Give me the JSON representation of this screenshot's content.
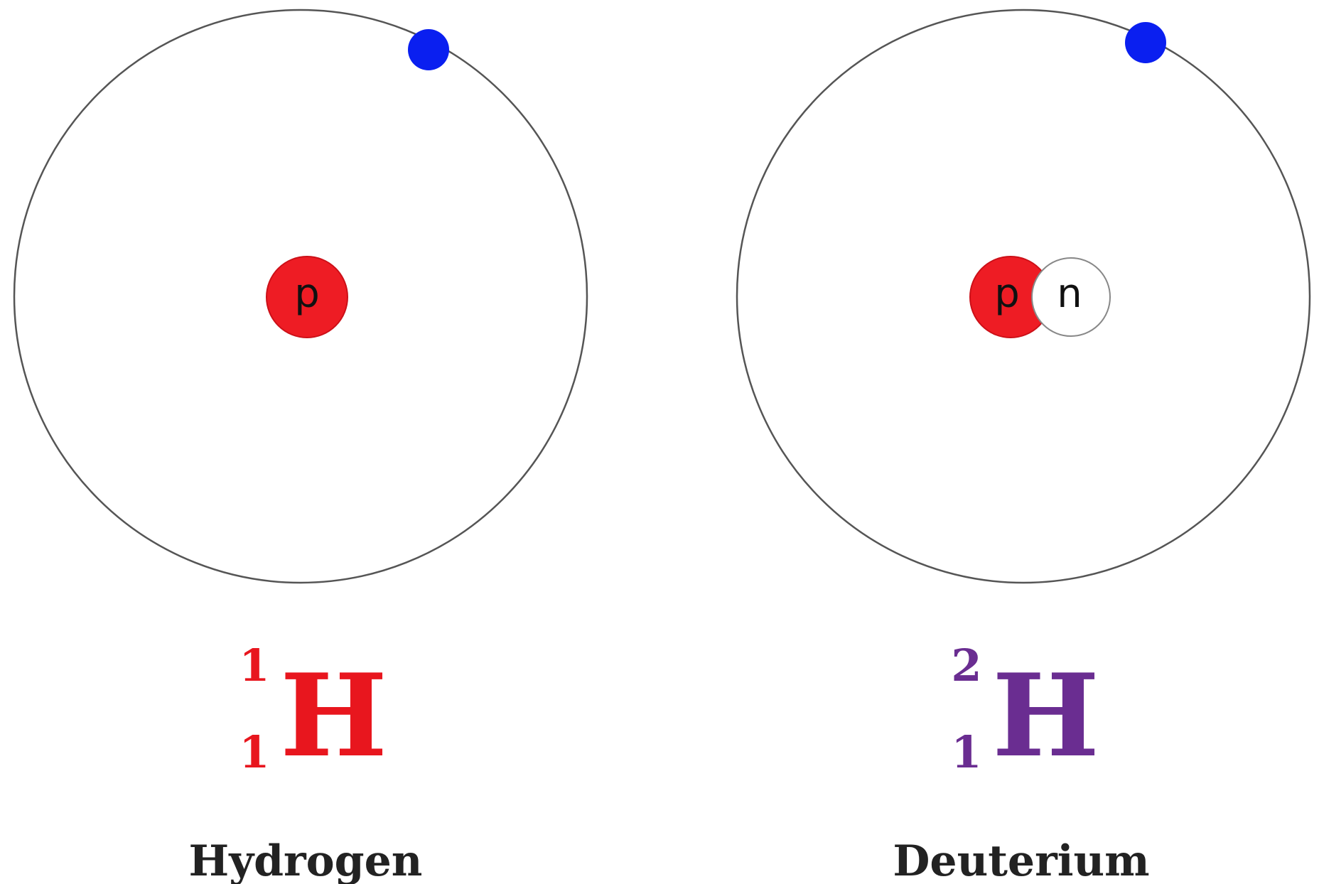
{
  "atoms": [
    {
      "name": "Hydrogen",
      "symbol": "H",
      "mass_number": "1",
      "atomic_number": "1",
      "symbol_color": "#e8161e",
      "nucleus": [
        {
          "label": "p",
          "kind": "proton",
          "fill": "#ee1c24"
        }
      ],
      "electron_color": "#0a1ff0"
    },
    {
      "name": "Deuterium",
      "symbol": "H",
      "mass_number": "2",
      "atomic_number": "1",
      "symbol_color": "#6a2d91",
      "nucleus": [
        {
          "label": "p",
          "kind": "proton",
          "fill": "#ee1c24"
        },
        {
          "label": "n",
          "kind": "neutron",
          "fill": "#ffffff"
        }
      ],
      "electron_color": "#0a1ff0"
    }
  ]
}
